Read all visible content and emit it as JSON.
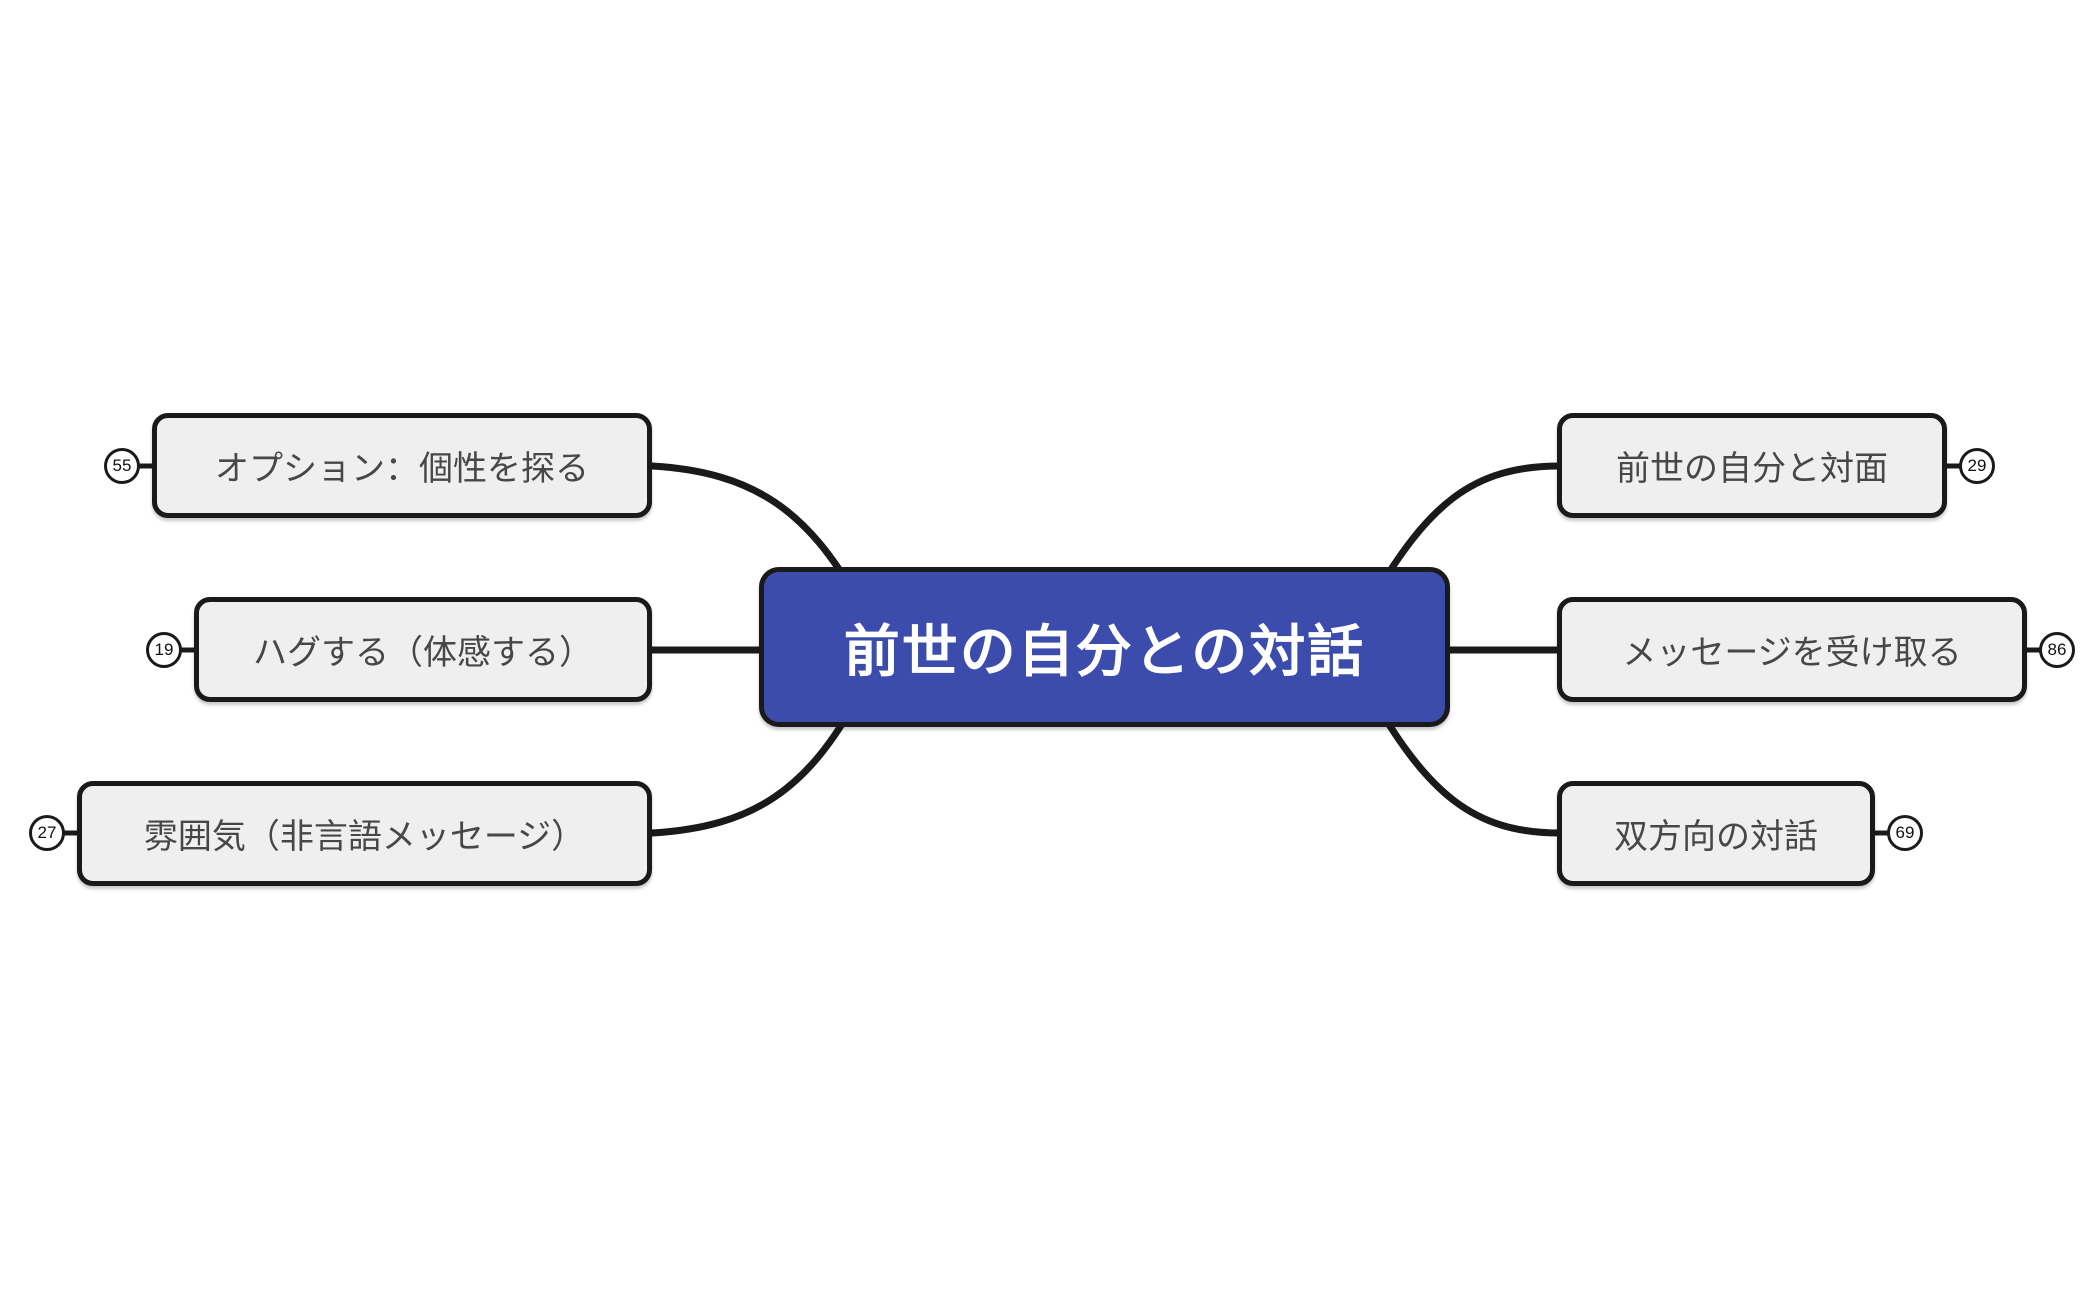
{
  "mindmap": {
    "root": {
      "label": "前世の自分との対話"
    },
    "left_branches": [
      {
        "label": "オプション：個性を探る",
        "badge": "55"
      },
      {
        "label": "ハグする（体感する）",
        "badge": "19"
      },
      {
        "label": "雰囲気（非言語メッセージ）",
        "badge": "27"
      }
    ],
    "right_branches": [
      {
        "label": "前世の自分と対面",
        "badge": "29"
      },
      {
        "label": "メッセージを受け取る",
        "badge": "86"
      },
      {
        "label": "双方向の対話",
        "badge": "69"
      }
    ],
    "colors": {
      "background": "#FFFFFF",
      "root_fill": "#3B4CAC",
      "root_text": "#FFFFFF",
      "branch_fill": "#EFEFEF",
      "branch_text": "#474747",
      "stroke": "#1A1A1A",
      "badge_fill": "#FFFFFF",
      "badge_text": "#111111"
    }
  }
}
